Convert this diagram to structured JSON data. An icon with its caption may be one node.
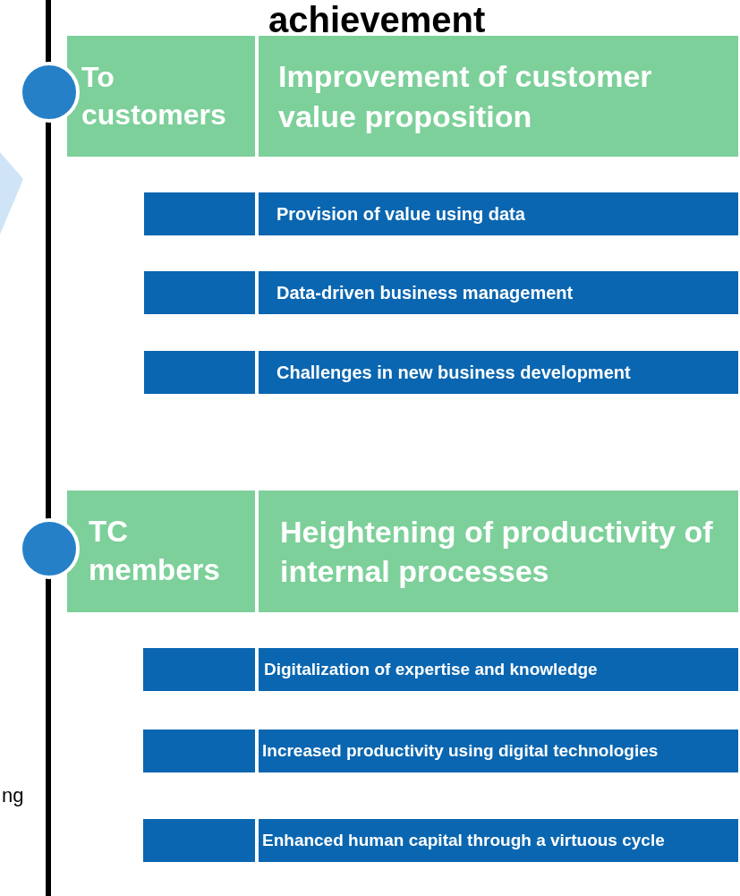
{
  "diagram": {
    "nodes": [
      {
        "text": [],
        "shape": "circle"
      },
      {
        "text": [
          "To customers"
        ]
      },
      {
        "text": [
          "Improvement of customer value proposition"
        ]
      },
      {
        "text": [],
        "shape": "box"
      },
      {
        "text": [
          "Provision of value using data"
        ]
      },
      {
        "text": [],
        "shape": "box"
      },
      {
        "text": [
          "Data-driven business management"
        ]
      },
      {
        "text": [],
        "shape": "box"
      },
      {
        "text": [
          "Challenges in new business development"
        ]
      },
      {
        "text": [],
        "shape": "circle"
      },
      {
        "text": [
          "TC members"
        ]
      },
      {
        "text": [
          "Heightening of productivity of internal processes"
        ]
      },
      {
        "text": [],
        "shape": "box"
      },
      {
        "text": [
          "Digitalization of expertise and knowledge"
        ]
      },
      {
        "text": [],
        "shape": "box"
      },
      {
        "text": [
          "Increased productivity using digital technologies"
        ]
      },
      {
        "text": [],
        "shape": "box"
      },
      {
        "text": [
          "Enhanced human capital through a virtuous cycle"
        ]
      },
      {
        "text": [],
        "shape": "chevron"
      }
    ],
    "labels": [
      "achievement",
      "ng"
    ]
  }
}
